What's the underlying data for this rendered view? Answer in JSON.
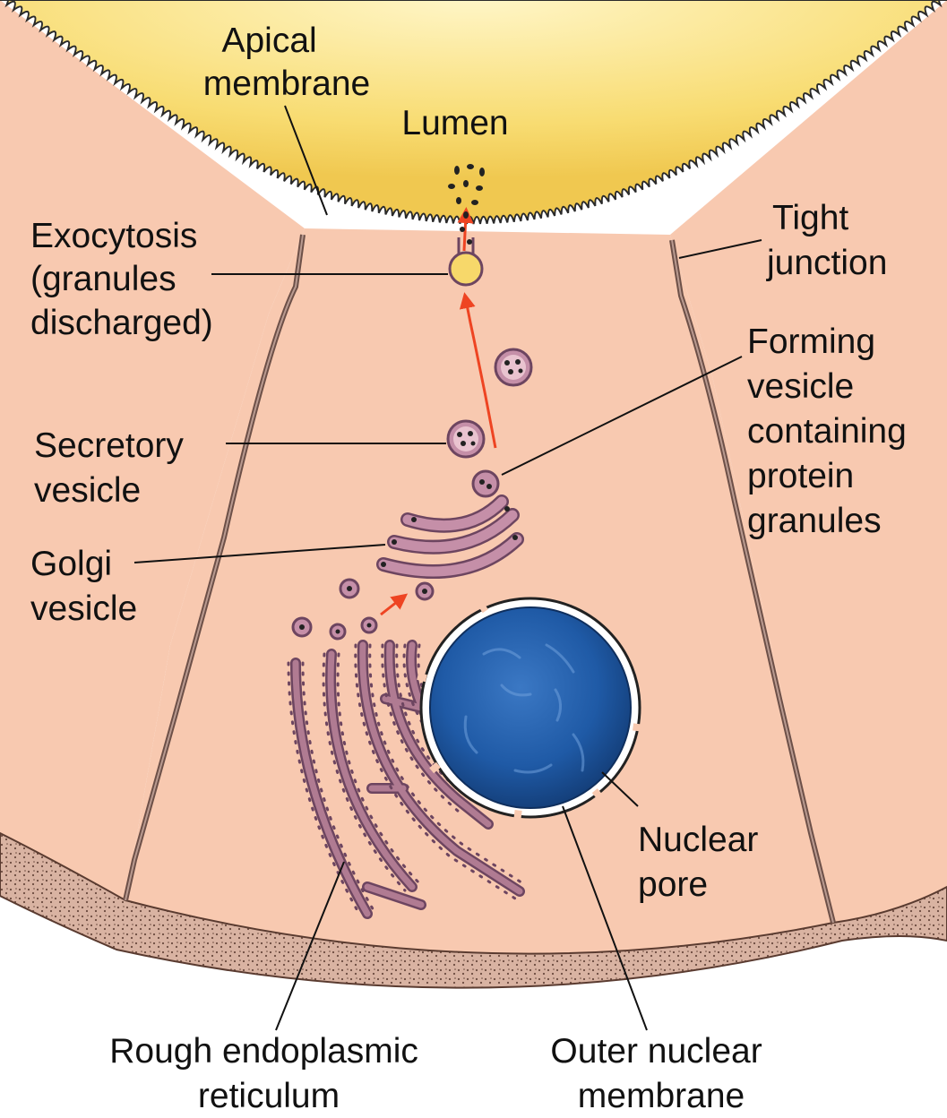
{
  "labels": {
    "apical_membrane": [
      "Apical",
      "membrane"
    ],
    "lumen": [
      "Lumen"
    ],
    "exocytosis": [
      "Exocytosis",
      "(granules",
      "discharged)"
    ],
    "tight_junction": [
      "Tight",
      "junction"
    ],
    "forming_vesicle": [
      "Forming",
      "vesicle",
      "containing",
      "protein",
      "granules"
    ],
    "secretory_vesicle": [
      "Secretory",
      "vesicle"
    ],
    "golgi_vesicle": [
      "Golgi",
      "vesicle"
    ],
    "nuclear_pore": [
      "Nuclear",
      "pore"
    ],
    "rough_er": [
      "Rough endoplasmic",
      "reticulum"
    ],
    "outer_nuclear_membrane": [
      "Outer nuclear",
      "membrane"
    ]
  },
  "colors": {
    "lumen": "#f7d86a",
    "lumen_center": "#fff3b8",
    "cytoplasm": "#f8c9b0",
    "organelle": "#b07b92",
    "organelle_outline": "#6d4560",
    "nucleus": "#1f5aa6",
    "nucleus_dark": "#153f7a",
    "basement": "#c8a090",
    "arrow": "#ee4422"
  }
}
